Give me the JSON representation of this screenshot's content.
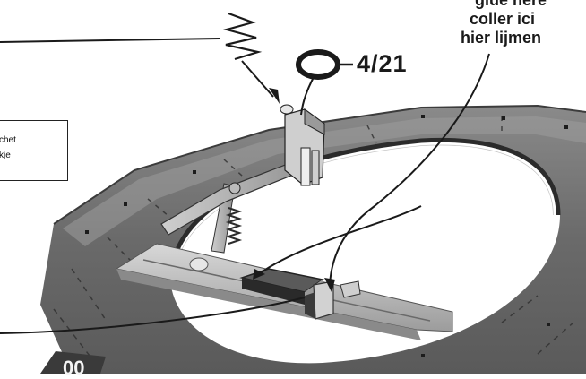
{
  "callouts": {
    "glue_en": "glue here",
    "glue_fr": "coller ici",
    "glue_nl": "hier lijmen",
    "part_number": "4/21"
  },
  "note_box": {
    "line1": "chet",
    "line2": "kje"
  },
  "base_marking": "00",
  "colors": {
    "ink": "#1a1a1a",
    "track_dark": "#6e6e6e",
    "track_light": "#9a9a9a",
    "rail": "#b8b8b8",
    "paper": "#ffffff"
  }
}
